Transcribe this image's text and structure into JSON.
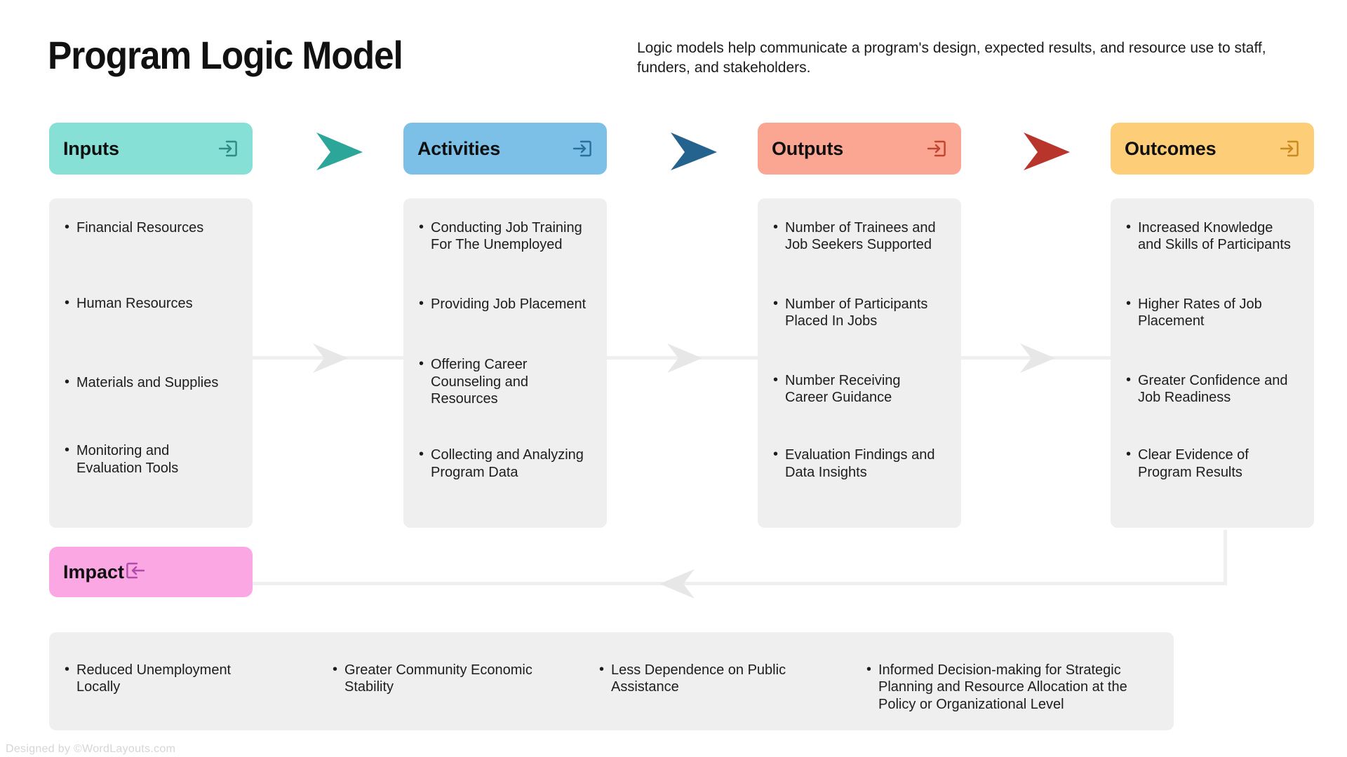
{
  "header": {
    "title": "Program Logic Model",
    "subtitle": "Logic models help communicate a program's design, expected results, and resource use to staff, funders, and stakeholders."
  },
  "colors": {
    "inputs": "#87e0d5",
    "inputs_icon": "#2f8c85",
    "activities": "#7cc0e8",
    "activities_icon": "#2a6f99",
    "outputs": "#fba693",
    "outputs_icon": "#c0452f",
    "outcomes": "#fdcd78",
    "outcomes_icon": "#c98a1e",
    "impact": "#fba7e4",
    "impact_icon": "#b14bac",
    "arrow_teal": "#2ba699",
    "arrow_blue": "#25638f",
    "arrow_red": "#b8352c",
    "panel": "#efefef",
    "connector": "#efefef"
  },
  "stages": [
    {
      "key": "inputs",
      "label": "Inputs",
      "icon": "enter-arrow-icon",
      "items": [
        "Financial Resources",
        "Human Resources",
        "Materials and Supplies",
        "Monitoring and Evaluation Tools"
      ]
    },
    {
      "key": "activities",
      "label": "Activities",
      "icon": "enter-arrow-icon",
      "items": [
        "Conducting Job Training For The Unemployed",
        "Providing Job Placement",
        "Offering Career Counseling and Resources",
        "Collecting and Analyzing Program Data"
      ]
    },
    {
      "key": "outputs",
      "label": "Outputs",
      "icon": "enter-arrow-icon",
      "items": [
        "Number of Trainees and Job Seekers Supported",
        "Number of Participants Placed In Jobs",
        "Number Receiving Career Guidance",
        "Evaluation Findings and Data Insights"
      ]
    },
    {
      "key": "outcomes",
      "label": "Outcomes",
      "icon": "enter-arrow-icon",
      "items": [
        "Increased Knowledge and Skills of Participants",
        "Higher Rates of Job Placement",
        "Greater Confidence and Job Readiness",
        "Clear Evidence of Program Results"
      ]
    }
  ],
  "impact": {
    "label": "Impact",
    "icon": "exit-arrow-icon",
    "items": [
      "Reduced Unemployment Locally",
      "Greater Community Economic Stability",
      "Less Dependence on Public Assistance",
      "Informed Decision-making for Strategic Planning and Resource Allocation at the Policy or Organizational Level"
    ]
  },
  "stage_arrows": [
    {
      "name": "arrow-inputs-to-activities",
      "color": "#2ba699"
    },
    {
      "name": "arrow-activities-to-outputs",
      "color": "#25638f"
    },
    {
      "name": "arrow-outputs-to-outcomes",
      "color": "#b8352c"
    }
  ],
  "credit": "Designed by ©WordLayouts.com"
}
